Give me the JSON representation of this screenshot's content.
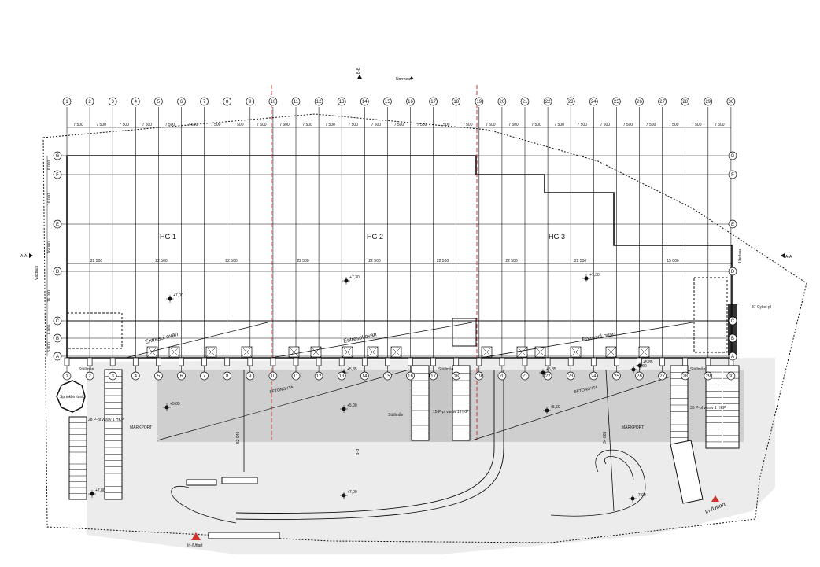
{
  "grid": {
    "column_labels": [
      "1",
      "2",
      "3",
      "4",
      "5",
      "6",
      "7",
      "8",
      "9",
      "10",
      "11",
      "12",
      "13",
      "14",
      "15",
      "16",
      "17",
      "18",
      "19",
      "20",
      "21",
      "22",
      "23",
      "24",
      "25",
      "26",
      "27",
      "28",
      "29",
      "30"
    ],
    "row_labels": [
      "G",
      "F",
      "E",
      "D",
      "C",
      "B",
      "A"
    ],
    "column_spacing": [
      "7 500",
      "7 500",
      "7 500",
      "7 500",
      "7 500",
      "7 500",
      "7 500",
      "7 500",
      "7 500",
      "7 500",
      "7 500",
      "7 500",
      "7 500",
      "7 500",
      "7 500",
      "7 500",
      "7 500",
      "7 500",
      "7 500",
      "7 500",
      "7 500",
      "7 500",
      "7 500",
      "7 500",
      "7 500",
      "7 500",
      "7 500",
      "7 500",
      "7 500"
    ],
    "row_spacing": [
      "6 000",
      "16 000",
      "16 000",
      "16 000",
      "6 000",
      "6 000"
    ],
    "bay_spacing": [
      "22 500",
      "22 500",
      "22 500",
      "22 500",
      "22 500",
      "22 500",
      "22 500",
      "22 500",
      "15 000"
    ]
  },
  "halls": [
    "HG 1",
    "HG 2",
    "HG 3"
  ],
  "labels": {
    "north_arrow": "Norrhead",
    "section_bb_top": "B-B",
    "section_bb_bottom": "B-B",
    "section_aa_left": "A-A",
    "section_aa_right": "A-A",
    "vaxthus": "Växthus",
    "utebase": "Uteflase",
    "entresol": [
      "Entresol ovan",
      "Entresol ovan",
      "Entresol ovan"
    ],
    "betongyta": [
      "BETONGYTA",
      "BETONGYTA"
    ],
    "markport": [
      "MARKPORT",
      "MARKPORT"
    ],
    "sprinklertank": "Sprinkler-tank",
    "parking_left": "28 P-pl varav 1 HKP",
    "parking_mid": "15 P-pl varav 1 HKP",
    "parking_right": "36 P-pl varav 1 HKP",
    "cykel": "87 Cykel-pl",
    "stallhus": [
      "Ställmån",
      "Ställmån",
      "Ställmån",
      "Ställmån"
    ],
    "in_utfart_right": "In-/Utfart",
    "in_utfart_bottom": "In-/Utfart",
    "dim_left": "52 940",
    "dim_right": "34 005"
  },
  "levels": [
    "+7,30",
    "+7,00",
    "+7,30",
    "+5,65",
    "+5,85",
    "+5,00",
    "+5,85",
    "+5,60",
    "+5,85",
    "+5,00",
    "+7,00",
    "+7,00",
    "+7,00"
  ],
  "colors": {
    "line": "#111111",
    "red": "#d32f2f",
    "gray_light": "#e8e8e8",
    "gray_dark": "#c9c9c9"
  }
}
